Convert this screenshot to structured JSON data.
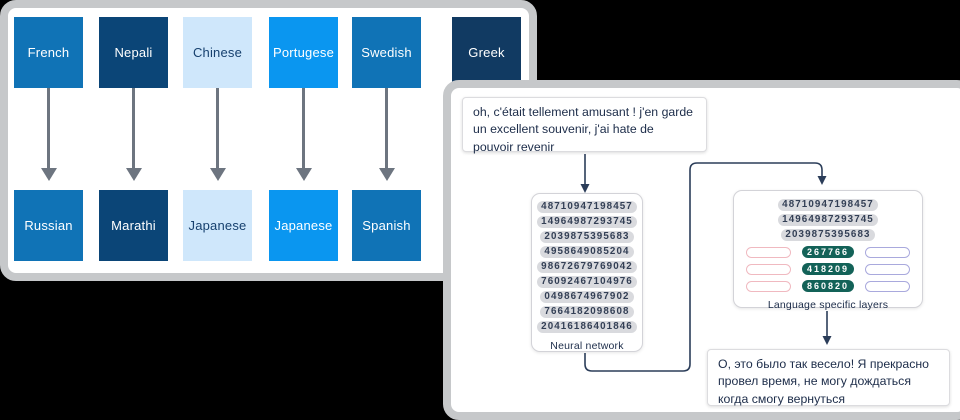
{
  "colors": {
    "card_border": "#c6c8ca",
    "blue_medium": "#1073b6",
    "blue_dark": "#0b4577",
    "blue_darkest": "#113a62",
    "blue_bright": "#0a96f0",
    "blue_light": "#cfe7fb",
    "navy_box_text": "#16406e",
    "navy_text": "#1c2c49",
    "arrow_gray": "#6d7580",
    "pill_gray": "#d9dade",
    "pill_text": "#333f55",
    "green_pill": "#136258",
    "pink_outline": "#f0b9c0",
    "purple_outline": "#a9a9dd",
    "connector": "#2b3d59"
  },
  "translation_pairs": {
    "columns": [
      {
        "source": "French",
        "target": "Russian"
      },
      {
        "source": "Nepali",
        "target": "Marathi"
      },
      {
        "source": "Chinese",
        "target": "Japanese"
      },
      {
        "source": "Portugese",
        "target": "Japanese"
      },
      {
        "source": "Swedish",
        "target": "Spanish"
      },
      {
        "source": "Greek"
      }
    ]
  },
  "pipeline": {
    "input_text": "oh, c'était tellement amusant ! j'en garde un excellent souvenir, j'ai hate de pouvoir revenir",
    "neural_network": {
      "label": "Neural network",
      "embeddings": [
        "48710947198457",
        "14964987293745",
        "2039875395683",
        "4958649085204",
        "98672679769042",
        "76092467104976",
        "0498674967902",
        "7664182098608",
        "20416186401846"
      ]
    },
    "language_layers": {
      "label": "Language specific layers",
      "embeddings": [
        "48710947198457",
        "14964987293745",
        "2039875395683"
      ],
      "active_values": [
        "267766",
        "418209",
        "860820"
      ]
    },
    "output_text": "О, это было так весело! Я прекрасно провел время, не могу дождаться когда смогу вернуться"
  }
}
